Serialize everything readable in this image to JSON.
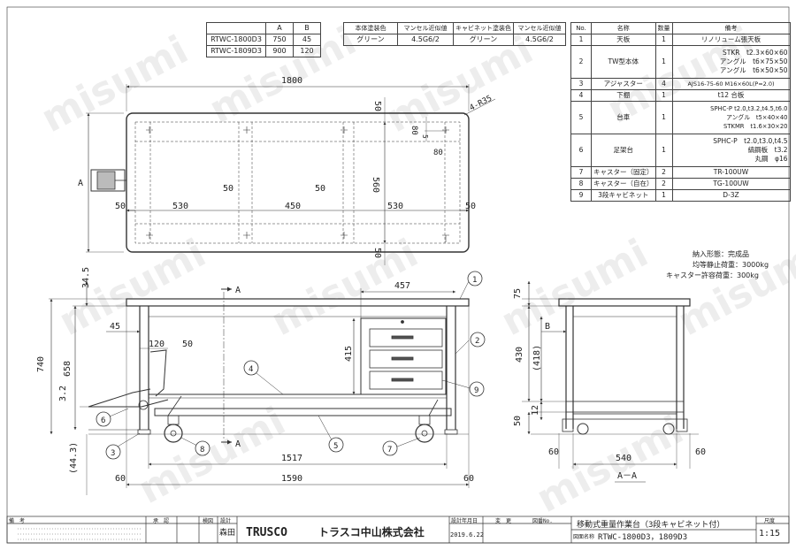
{
  "model_table": {
    "headers": [
      "",
      "A",
      "B"
    ],
    "rows": [
      [
        "RTWC-1800D3",
        "750",
        "45"
      ],
      [
        "RTWC-1809D3",
        "900",
        "120"
      ]
    ]
  },
  "paint_table": {
    "headers": [
      "本体塗装色",
      "マンセル近似値",
      "キャビネット塗装色",
      "マンセル近似値"
    ],
    "row": [
      "グリーン",
      "4.5G6/2",
      "グリーン",
      "4.5G6/2"
    ]
  },
  "parts_table": {
    "headers": [
      "No.",
      "名称",
      "数量",
      "備考"
    ],
    "rows": [
      {
        "no": "1",
        "name": "天板",
        "qty": "1",
        "notes": [
          "リノリューム張天板"
        ]
      },
      {
        "no": "2",
        "name": "TW型本体",
        "qty": "1",
        "notes": [
          "STKR　t2.3×60×60",
          "アングル　t6×75×50",
          "アングル　t6×50×50"
        ]
      },
      {
        "no": "3",
        "name": "アジャスター",
        "qty": "4",
        "notes": [
          "AJS16-75-60 M16×60L(P=2.0)"
        ]
      },
      {
        "no": "4",
        "name": "下棚",
        "qty": "1",
        "notes": [
          "t12 合板"
        ]
      },
      {
        "no": "5",
        "name": "台車",
        "qty": "1",
        "notes": [
          "SPHC-P t2.0,t3.2,t4.5,t6.0",
          "アングル　t5×40×40",
          "STKMR　t1.6×30×20"
        ]
      },
      {
        "no": "6",
        "name": "足架台",
        "qty": "1",
        "notes": [
          "SPHC-P　t2.0,t3.0,t4.5",
          "縞鋼板　t3.2",
          "丸鋼　φ16"
        ]
      },
      {
        "no": "7",
        "name": "キャスター（固定）",
        "qty": "2",
        "notes": [
          "TR-100UW"
        ]
      },
      {
        "no": "8",
        "name": "キャスター（自在）",
        "qty": "2",
        "notes": [
          "TG-100UW"
        ]
      },
      {
        "no": "9",
        "name": "3段キャビネット",
        "qty": "1",
        "notes": [
          "D-3Z"
        ]
      }
    ]
  },
  "notes": {
    "delivery": "納入形態：完成品",
    "load": "均等静止荷重：3000kg",
    "caster_load": "キャスター許容荷重：300kg"
  },
  "top_view": {
    "overall": "1800",
    "corner": "4-R35",
    "depth_label": "A",
    "inner_depth": "560",
    "edge_top": "50",
    "edge_bottom": "50",
    "edge_left": "50",
    "edge_right": "50",
    "seg_a": "530",
    "seg_b": "450",
    "seg_c": "530",
    "sub_a": "50",
    "sub_b": "50",
    "hole_v": "80",
    "hole_h": "80",
    "hole_s": "5"
  },
  "front_view": {
    "top_thk": "34.5",
    "height": "740",
    "inner_h": "658",
    "w_457": "457",
    "d_45": "45",
    "d_120": "120",
    "d_50": "50",
    "d_415": "415",
    "d_32": "3.2",
    "d_443": "(44.3)",
    "w_1517": "1517",
    "w_1590": "1590",
    "side_l": "60",
    "side_r": "60",
    "section_mark": "A",
    "balloons": [
      "1",
      "2",
      "3",
      "4",
      "5",
      "6",
      "7",
      "8",
      "9"
    ]
  },
  "side_view": {
    "v75": "75",
    "b_label": "B",
    "v430": "430",
    "v418": "(418)",
    "v12": "12",
    "v50": "50",
    "w540": "540",
    "m_l": "60",
    "m_r": "60",
    "section_title": "A－A"
  },
  "title_block": {
    "h_remarks": "備　考",
    "h_approve": "承　認",
    "h_check": "検図",
    "h_design": "設計",
    "designer": "森田",
    "brand": "TRUSCO",
    "company": "トラスコ中山株式会社",
    "h_date": "設計年月日",
    "date": "2019.6.22",
    "h_change": "変　更",
    "h_no": "図番No.",
    "h_scale": "尺度",
    "scale": "1:15",
    "product": "移動式重量作業台（3段キャビネット付）",
    "h_drawing": "図面名称",
    "drawing_name": "RTWC-1800D3，1809D3"
  },
  "watermark": "misumi"
}
